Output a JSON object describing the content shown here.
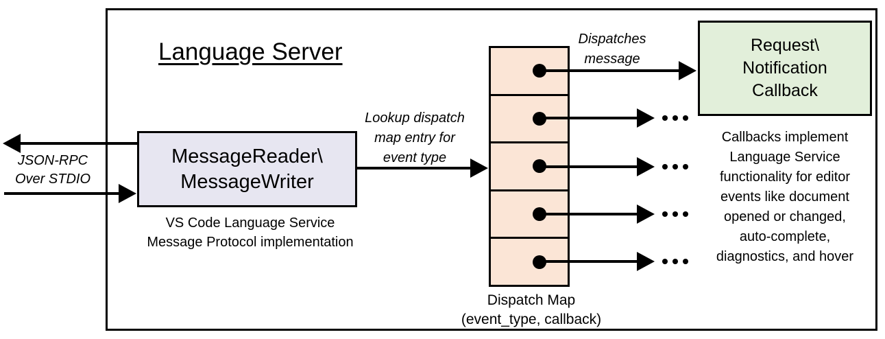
{
  "title": "Language Server",
  "colors": {
    "reader_box_fill": "#E7E6F1",
    "dispatch_cell_fill": "#FBE5D6",
    "callback_box_fill": "#E2EFDA",
    "line": "#000000",
    "background": "#FFFFFF"
  },
  "left_io": {
    "label": "JSON-RPC\nOver STDIO"
  },
  "reader": {
    "label": "MessageReader\\\nMessageWriter",
    "caption": "VS Code Language Service\nMessage Protocol implementation"
  },
  "lookup_label": "Lookup dispatch\nmap entry for\nevent type",
  "dispatch_map": {
    "cell_count": 5,
    "label": "Dispatch Map\n(event_type, callback)"
  },
  "dispatches_label": "Dispatches\nmessage",
  "callback": {
    "label": "Request\\\nNotification\nCallback",
    "caption": "Callbacks implement\nLanguage Service\nfunctionality for editor\nevents like document\nopened or changed,\nauto-complete,\ndiagnostics, and hover"
  }
}
